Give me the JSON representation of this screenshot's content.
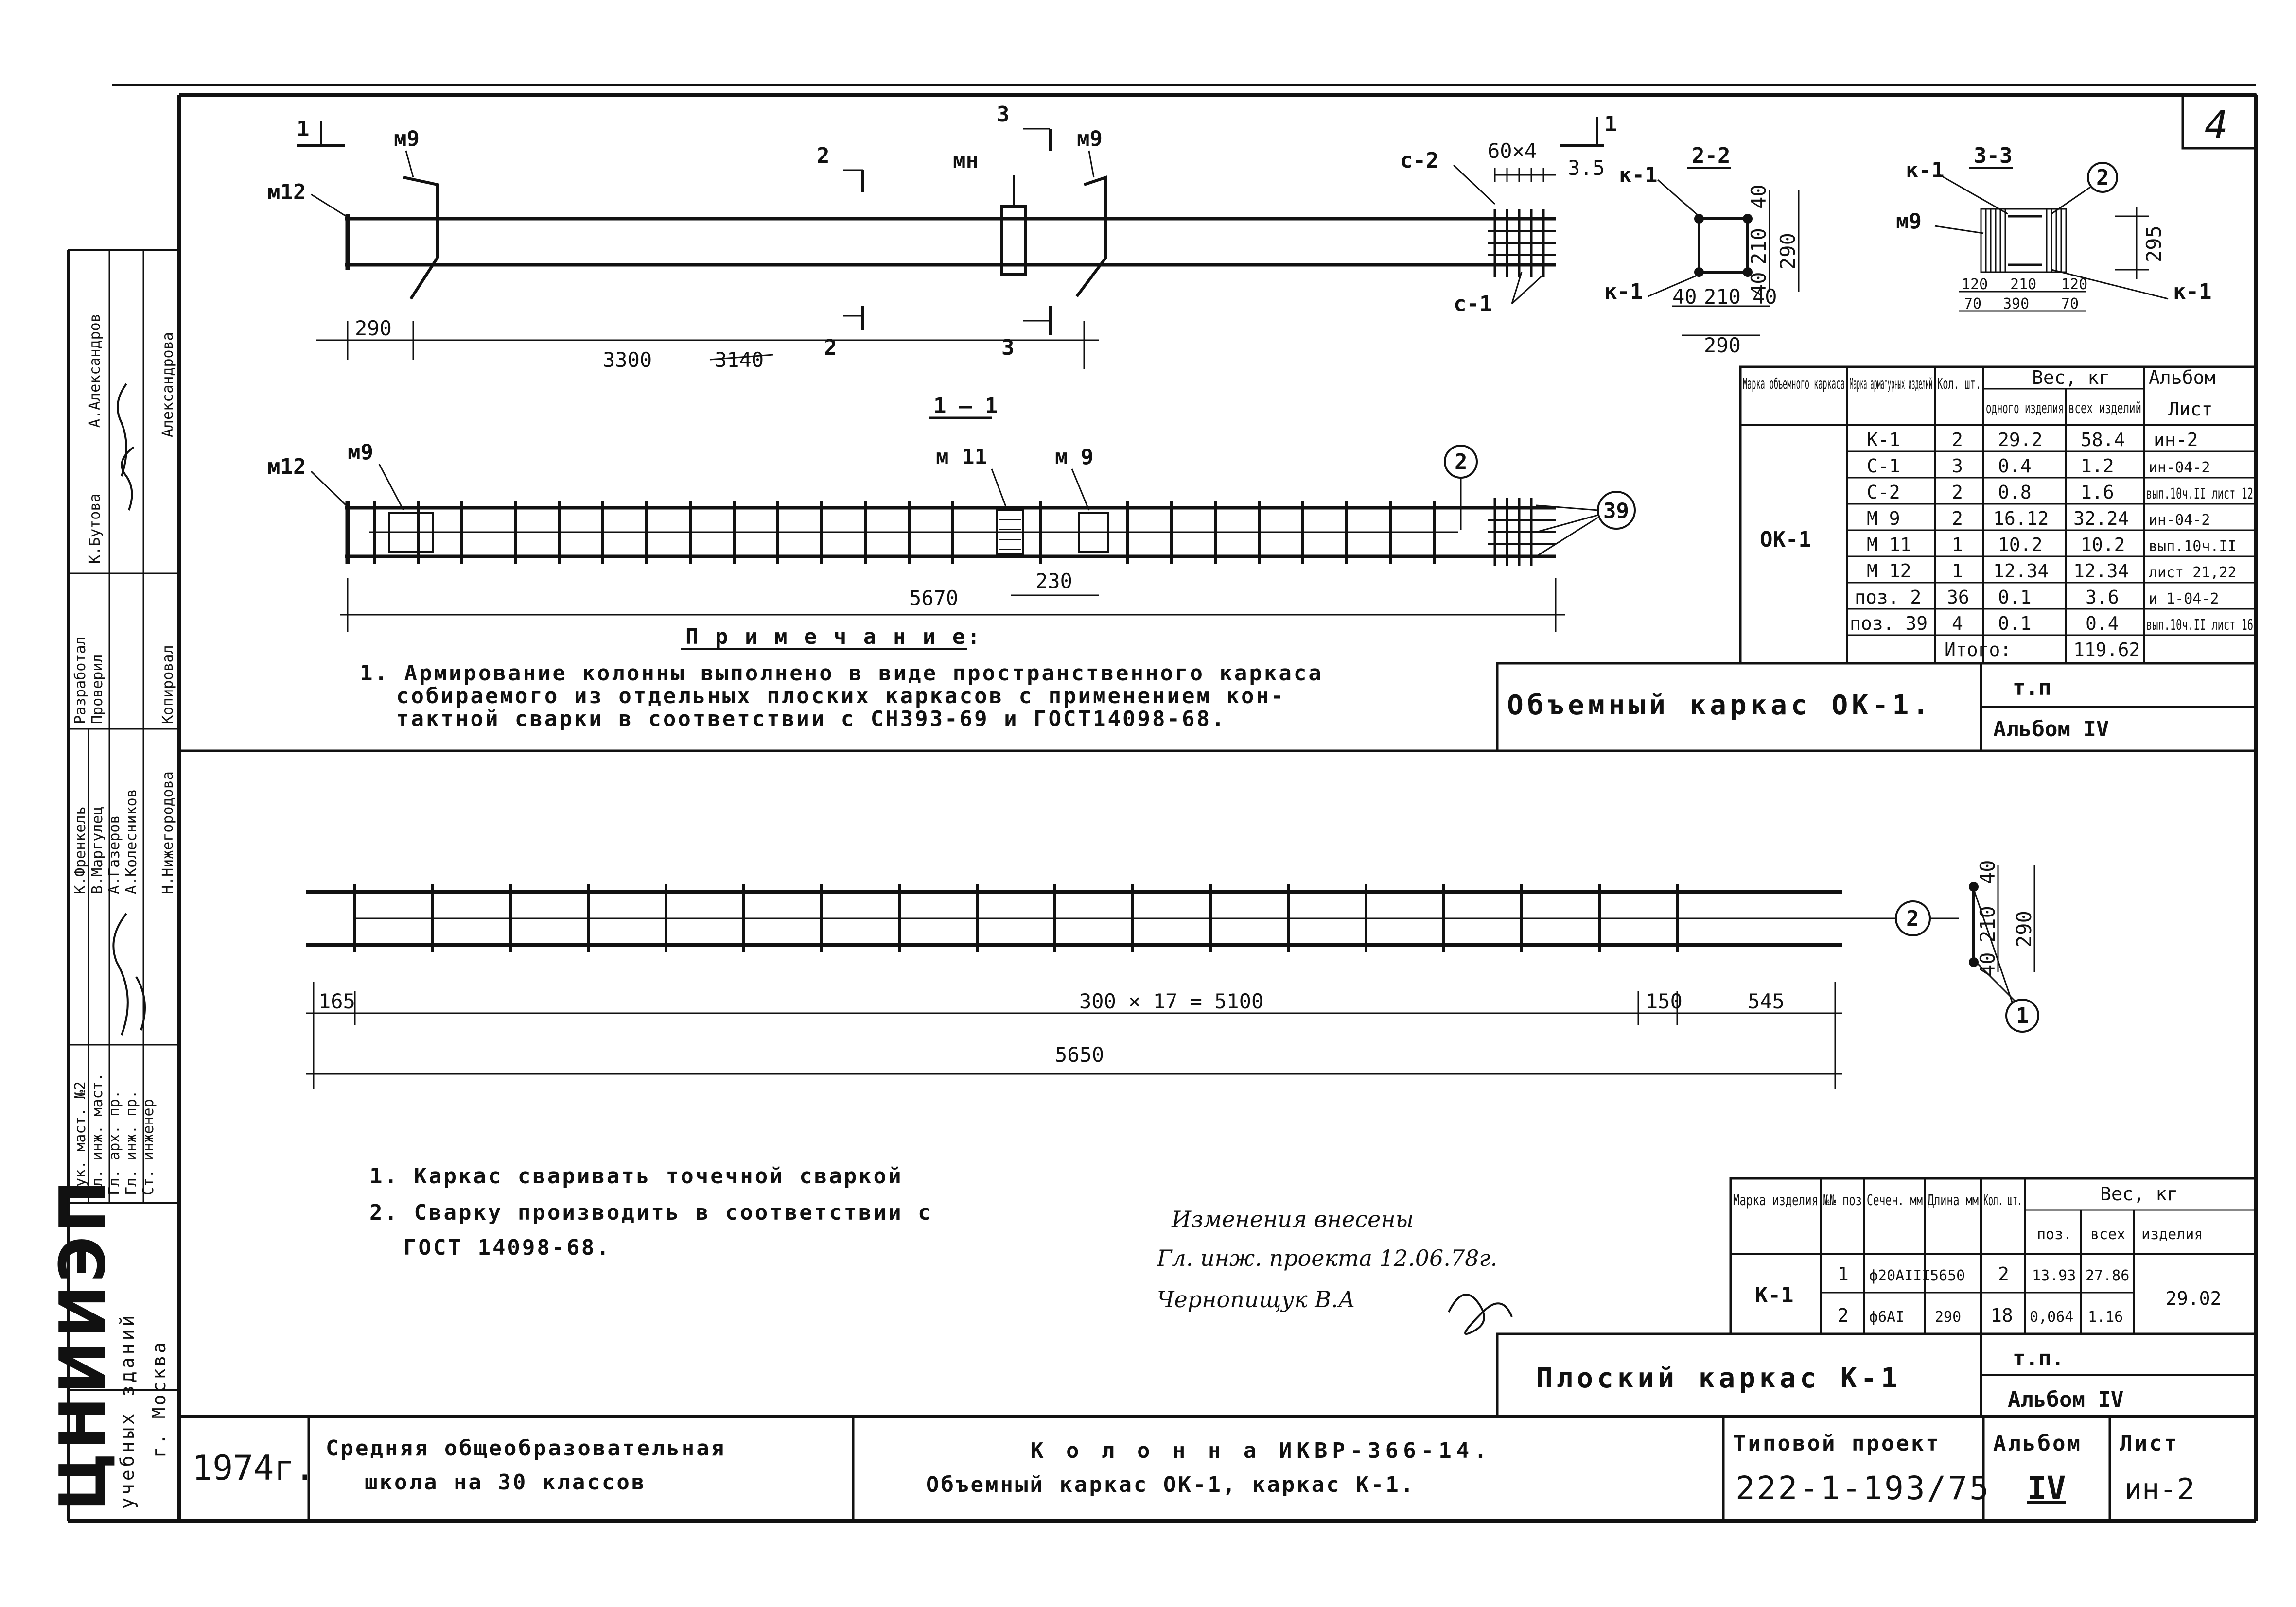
{
  "sheet_number": "4",
  "top_view": {
    "labels": {
      "m12": "м12",
      "m9": "м9",
      "m11": "мн",
      "m9b": "м9",
      "s2": "с-2",
      "s1": "с-1",
      "plate": "60×4",
      "plate_gap": "3.5",
      "cut1": "1",
      "cut2": "2",
      "cut3": "3"
    },
    "dims": {
      "a": "290",
      "b": "3300",
      "b_struck": "3140"
    }
  },
  "section_2_2": {
    "title": "2-2",
    "k1": "к-1",
    "d40": "40",
    "d210": "210",
    "d290": "290"
  },
  "section_3_3": {
    "title": "3-3",
    "k1": "к-1",
    "m9": "м9",
    "pos": "2",
    "d295": "295",
    "d120a": "120",
    "d210": "210",
    "d120b": "120",
    "d70a": "70",
    "d390": "390",
    "d70b": "70"
  },
  "section_1_1": {
    "title": "1 – 1",
    "m12": "м12",
    "m9": "м9",
    "m11": "м 11",
    "m9b": "м 9",
    "pos2": "2",
    "pos39": "39",
    "d5670": "5670",
    "d230": "230"
  },
  "note1": {
    "title": "П р и м е ч а н и е:",
    "lines": [
      "1. Армирование колонны выполнено в виде пространственного каркаса",
      "собираемого из отдельных плоских каркасов с применением кон-",
      "тактной сварки в соответствии с СН393-69 и ГОСТ14098-68."
    ]
  },
  "table1": {
    "headers": {
      "c1": "Марка объемного каркаса",
      "c2": "Марка арматурных изделий",
      "c3": "Кол. шт.",
      "weight": "Вес, кг",
      "c4": "одного изделия",
      "c5": "всех изделий",
      "album": "Альбом",
      "c6": "Лист"
    },
    "frame": "ОК-1",
    "rows": [
      [
        "К-1",
        "2",
        "29.2",
        "58.4",
        "ин-2"
      ],
      [
        "С-1",
        "3",
        "0.4",
        "1.2",
        "ин-04-2"
      ],
      [
        "С-2",
        "2",
        "0.8",
        "1.6",
        "вып.10ч.II лист 12"
      ],
      [
        "М 9",
        "2",
        "16.12",
        "32.24",
        "ин-04-2"
      ],
      [
        "М 11",
        "1",
        "10.2",
        "10.2",
        "вып.10ч.II"
      ],
      [
        "М 12",
        "1",
        "12.34",
        "12.34",
        "лист 21,22"
      ],
      [
        "поз. 2",
        "36",
        "0.1",
        "3.6",
        "и 1-04-2"
      ],
      [
        "поз. 39",
        "4",
        "0.1",
        "0.4",
        "вып.10ч.II лист 16"
      ]
    ],
    "total_label": "Итого:",
    "total_value": "119.62"
  },
  "title_ok1": {
    "name": "Объемный каркас ОК-1.",
    "tp": "т.п",
    "album": "Альбом IV"
  },
  "flat_frame": {
    "pos1": "1",
    "pos2": "2",
    "d165": "165",
    "d_mid": "300 × 17 = 5100",
    "d150": "150",
    "d545": "545",
    "d5650": "5650",
    "d40a": "40",
    "d210": "210",
    "d40b": "40",
    "d290": "290"
  },
  "note2": {
    "lines": [
      "1. Каркас сваривать точечной сваркой",
      "2. Сварку производить в соответствии с",
      "ГОСТ 14098-68."
    ]
  },
  "handwritten": {
    "lines": [
      "Изменения внесены",
      "Гл. инж. проекта  12.06.78г.",
      "Чернопищук В.А"
    ]
  },
  "table2": {
    "headers": {
      "c1": "Марка изделия",
      "c2": "№№ поз",
      "c3": "Сечен. мм",
      "c4": "Длина мм",
      "c5": "Кол. шт.",
      "weight": "Вес, кг",
      "c6": "поз.",
      "c7": "всех",
      "c8": "изделия"
    },
    "mark": "К-1",
    "rows": [
      [
        "1",
        "ф20АIII",
        "5650",
        "2",
        "13.93",
        "27.86"
      ],
      [
        "2",
        "ф6АI",
        "290",
        "18",
        "0,064",
        "1.16"
      ]
    ],
    "total": "29.02"
  },
  "title_k1": {
    "name": "Плоский каркас К-1",
    "tp": "т.п.",
    "album": "Альбом IV"
  },
  "stamp": {
    "org": "ЦНИИЭП",
    "org_sub": "учебных зданий",
    "city": "г. Москва",
    "year": "1974г.",
    "project": [
      "Средняя общеобразовательная",
      "школа на 30 классов"
    ],
    "subject": [
      "К о л о н н а   ИКВР-366-14.",
      "Объемный каркас ОК-1, каркас К-1."
    ],
    "tp_label": "Типовой проект",
    "tp_number": "222-1-193/75",
    "album_label": "Альбом",
    "album_value": "IV",
    "sheet_label": "Лист",
    "sheet_value": "ин-2"
  },
  "signatures": {
    "col1": [
      "Рук. маст. №2",
      "Гл. инж. маст.",
      "Гл. арх. пр.",
      "Гл. инж. пр.",
      "Ст. инженер"
    ],
    "roles": [
      "Разработал",
      "Проверил",
      "Копировал"
    ],
    "names_a": [
      "А.Александров",
      "К.Бутова"
    ],
    "names_b": [
      "К.Френкель",
      "В.Маргулец",
      "А.Газеров",
      "А.Колесников",
      "Н.Нижегородова"
    ],
    "names_c": [
      "Александрова"
    ]
  }
}
